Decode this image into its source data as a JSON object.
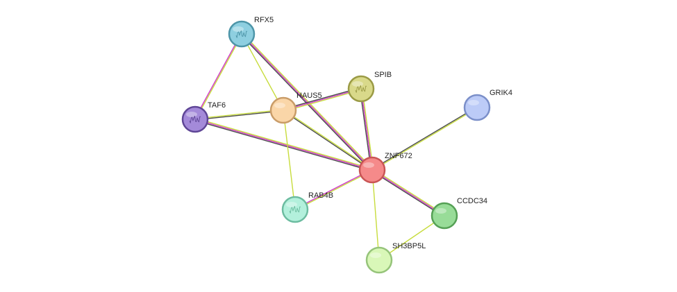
{
  "network": {
    "nodes": [
      {
        "id": "RFX5",
        "label": "RFX5",
        "fill": "#8ecfe0",
        "stroke": "#4d95a8",
        "glyph": "protein-structure"
      },
      {
        "id": "SPIB",
        "label": "SPIB",
        "fill": "#d9d98a",
        "stroke": "#9a9a45",
        "glyph": "protein-structure"
      },
      {
        "id": "HAUS5",
        "label": "HAUS5",
        "fill": "#fad6a8",
        "stroke": "#c99c68",
        "glyph": "none"
      },
      {
        "id": "TAF6",
        "label": "TAF6",
        "fill": "#a48ad9",
        "stroke": "#5f4696",
        "glyph": "protein-structure"
      },
      {
        "id": "GRIK4",
        "label": "GRIK4",
        "fill": "#bccbf7",
        "stroke": "#7b8fc9",
        "glyph": "none"
      },
      {
        "id": "ZNF672",
        "label": "ZNF672",
        "fill": "#f58a8a",
        "stroke": "#c95555",
        "glyph": "none"
      },
      {
        "id": "RAB4B",
        "label": "RAB4B",
        "fill": "#b3f0dc",
        "stroke": "#6cbca0",
        "glyph": "protein-structure"
      },
      {
        "id": "CCDC34",
        "label": "CCDC34",
        "fill": "#98dc98",
        "stroke": "#55a055",
        "glyph": "none"
      },
      {
        "id": "SH3BP5L",
        "label": "SH3BP5L",
        "fill": "#d9f7b8",
        "stroke": "#96c47a",
        "glyph": "none"
      }
    ],
    "edges": [
      {
        "source": "RFX5",
        "target": "TAF6",
        "colors": [
          "#c7dc3c",
          "#d03ac9"
        ]
      },
      {
        "source": "RFX5",
        "target": "HAUS5",
        "colors": [
          "#c7dc3c"
        ]
      },
      {
        "source": "RFX5",
        "target": "ZNF672",
        "colors": [
          "#c7dc3c",
          "#d03ac9",
          "#4a4a4a"
        ]
      },
      {
        "source": "SPIB",
        "target": "HAUS5",
        "colors": [
          "#c7dc3c",
          "#d03ac9",
          "#4a4a4a"
        ]
      },
      {
        "source": "SPIB",
        "target": "ZNF672",
        "colors": [
          "#c7dc3c",
          "#d03ac9",
          "#4a4a4a"
        ]
      },
      {
        "source": "TAF6",
        "target": "HAUS5",
        "colors": [
          "#c7dc3c",
          "#4a4a4a"
        ]
      },
      {
        "source": "TAF6",
        "target": "ZNF672",
        "colors": [
          "#c7dc3c",
          "#d03ac9",
          "#4a4a4a"
        ]
      },
      {
        "source": "HAUS5",
        "target": "ZNF672",
        "colors": [
          "#c7dc3c",
          "#4a4a4a"
        ]
      },
      {
        "source": "HAUS5",
        "target": "RAB4B",
        "colors": [
          "#c7dc3c"
        ]
      },
      {
        "source": "GRIK4",
        "target": "ZNF672",
        "colors": [
          "#c7dc3c",
          "#4a4a4a"
        ]
      },
      {
        "source": "ZNF672",
        "target": "RAB4B",
        "colors": [
          "#c7dc3c",
          "#d03ac9"
        ]
      },
      {
        "source": "ZNF672",
        "target": "CCDC34",
        "colors": [
          "#c7dc3c",
          "#d03ac9",
          "#4a4a4a"
        ]
      },
      {
        "source": "ZNF672",
        "target": "SH3BP5L",
        "colors": [
          "#c7dc3c"
        ]
      },
      {
        "source": "CCDC34",
        "target": "SH3BP5L",
        "colors": [
          "#c7dc3c"
        ]
      }
    ]
  }
}
